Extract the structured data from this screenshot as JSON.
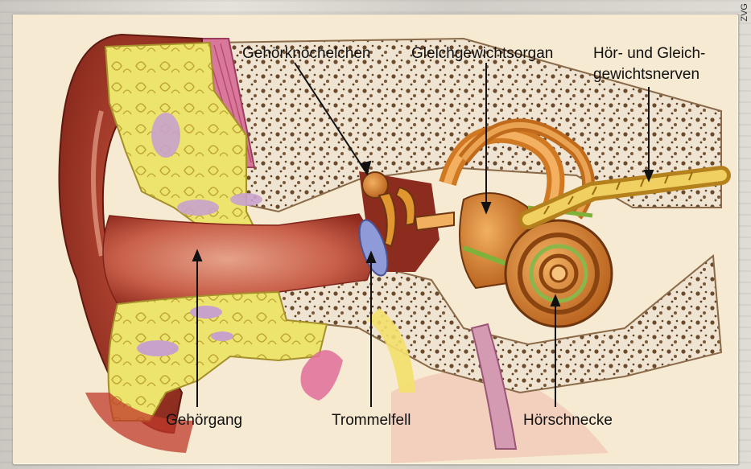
{
  "credit": "ZVG",
  "labels": {
    "ossicles": "Gehörknöchelchen",
    "vestibular": "Gleichgewichtsorgan",
    "nerves_line1": "Hör- und Gleich-",
    "nerves_line2": "gewichtsnerven",
    "ear_canal": "Gehörgang",
    "eardrum": "Trommelfell",
    "cochlea": "Hörschnecke"
  },
  "colors": {
    "skin": "#b5402f",
    "cartilage": "#e9e06a",
    "bone": "#ece0cf",
    "inner_ear": "#d47a2a",
    "nerve": "#e6c24a",
    "eardrum": "#8f9ad8"
  }
}
